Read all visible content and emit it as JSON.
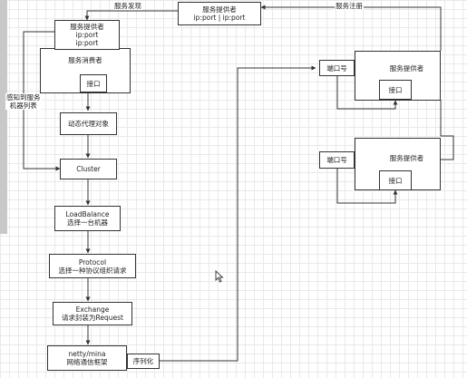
{
  "registry": {
    "title": "服务提供者",
    "address": "ip:port | ip:port"
  },
  "edge_labels": {
    "discover": "服务发现",
    "register": "服务注册",
    "sense": "感知到服务\n机器列表"
  },
  "provider_box": {
    "title": "服务提供者",
    "addr1": "ip:port",
    "addr2": "ip:port"
  },
  "consumer_box": {
    "title": "服务消费者",
    "interface": "接口"
  },
  "proxy": {
    "label": "动态代理对象"
  },
  "cluster": {
    "label": "Cluster"
  },
  "loadbalance": {
    "line1": "LoadBalance",
    "line2": "选择一台机器"
  },
  "protocol": {
    "line1": "Protocol",
    "line2": "选择一种协议组织请求"
  },
  "exchange": {
    "line1": "Exchange",
    "line2": "请求封装为Request"
  },
  "netty": {
    "line1": "netty/mina",
    "line2": "网络通信框架"
  },
  "serialize": {
    "label": "序列化"
  },
  "provider_a": {
    "port": "端口号",
    "title": "服务提供者",
    "interface": "接口"
  },
  "provider_b": {
    "port": "端口号",
    "title": "服务提供者",
    "interface": "接口"
  },
  "colors": {
    "line": "#333333",
    "grid": "#e9e9e9",
    "bar": "#c8c8c8"
  }
}
